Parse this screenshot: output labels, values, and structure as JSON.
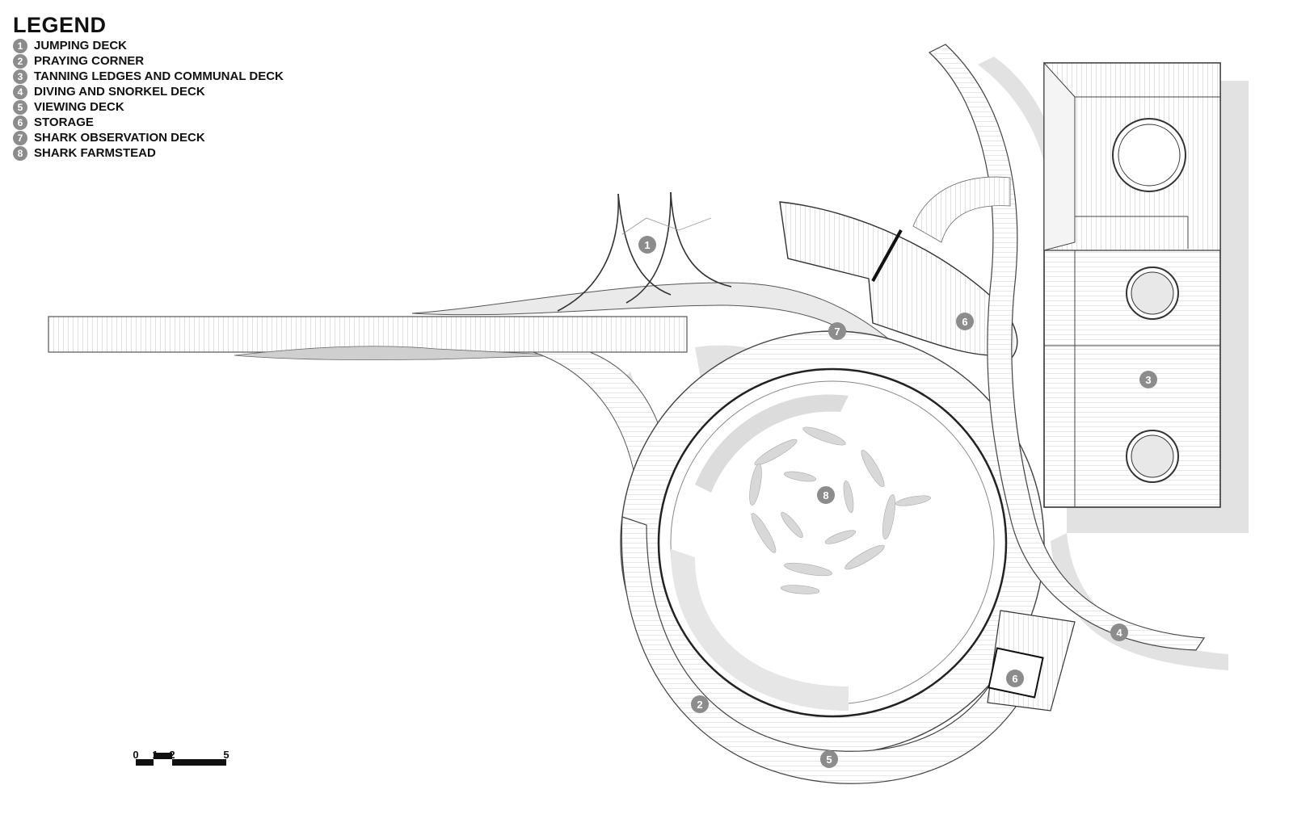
{
  "legend": {
    "title": "LEGEND",
    "items": [
      {
        "num": "1",
        "label": "JUMPING DECK"
      },
      {
        "num": "2",
        "label": "PRAYING CORNER"
      },
      {
        "num": "3",
        "label": "TANNING LEDGES AND COMMUNAL DECK"
      },
      {
        "num": "4",
        "label": "DIVING AND SNORKEL DECK"
      },
      {
        "num": "5",
        "label": "VIEWING DECK"
      },
      {
        "num": "6",
        "label": "STORAGE"
      },
      {
        "num": "7",
        "label": "SHARK OBSERVATION DECK"
      },
      {
        "num": "8",
        "label": "SHARK FARMSTEAD"
      }
    ]
  },
  "plan_markers": [
    "1",
    "2",
    "3",
    "4",
    "5",
    "6",
    "6",
    "7",
    "8"
  ],
  "scale_bar": {
    "ticks": [
      "0",
      "1",
      "2",
      "5"
    ]
  },
  "colors": {
    "marker": "#8c8c8c",
    "line": "#444444",
    "shadow": "#e0e0e0",
    "ink": "#111111"
  }
}
